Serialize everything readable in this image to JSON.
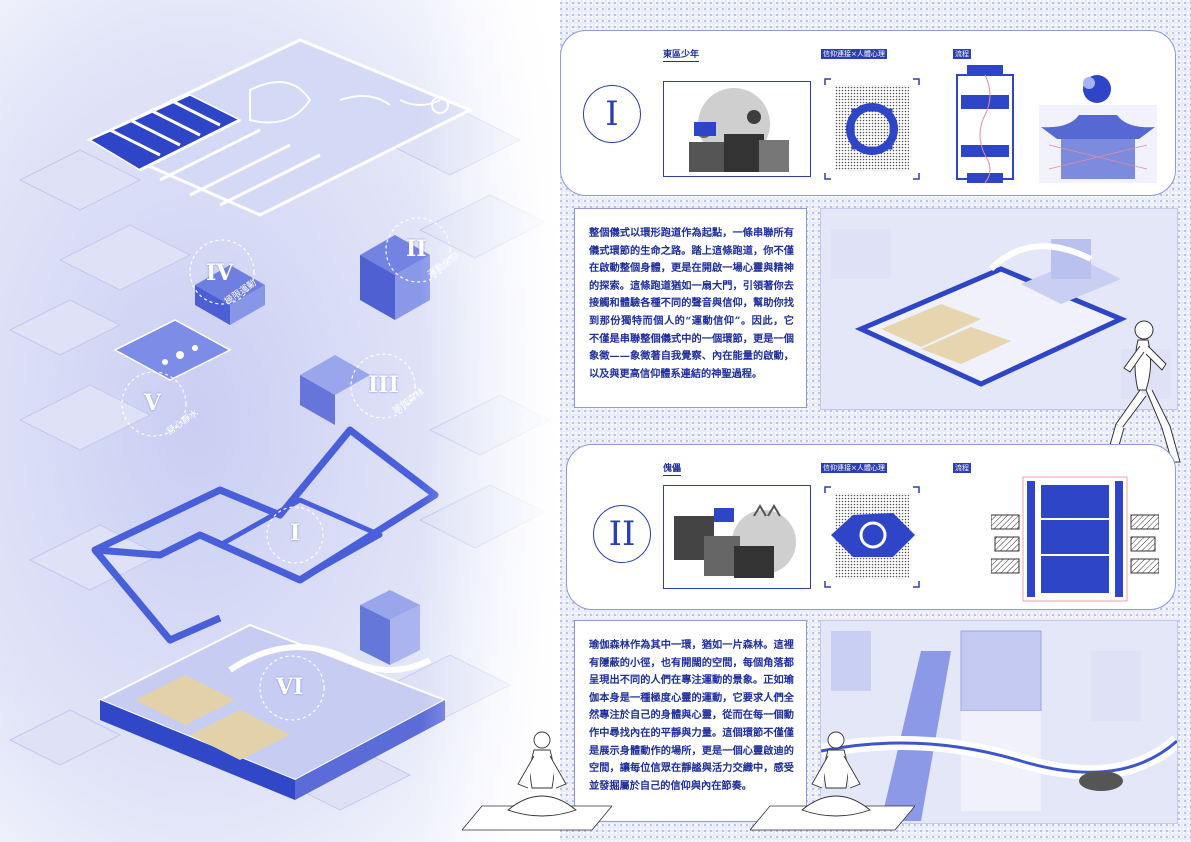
{
  "zones": {
    "I": "I",
    "II": "II",
    "III": "III",
    "IV": "IV",
    "V": "V",
    "VI": "VI",
    "label_II": "運動信仰",
    "label_III": "瑜伽森林",
    "label_IV": "極限運動",
    "label_V": "舒心靜水"
  },
  "section1": {
    "numeral": "I",
    "title": "東區少年",
    "caption_b": "信仰連接×人體心理",
    "caption_c": "流程",
    "paragraph": "整個儀式以環形跑道作為起點，一條串聯所有儀式環節的生命之路。踏上這條跑道，你不僅在啟動整個身體，更是在開啟一場心靈與精神的探索。這條跑道猶如一扇大門，引領著你去接觸和體驗各種不同的聲音與信仰，幫助你找到那份獨特而個人的“運動信仰”。因此，它不僅是串聯整個儀式中的一個環節，更是一個象徵——象徵著自我覺察、內在能量的啟動，以及與更高信仰體系連結的神聖過程。"
  },
  "section2": {
    "numeral": "II",
    "title": "傀儡",
    "caption_b": "信仰連接×人體心理",
    "caption_c": "流程",
    "paragraph": "瑜伽森林作為其中一環，猶如一片森林。這裡有隱蔽的小徑，也有開闊的空間，每個角落都呈現出不同的人們在專注運動的景象。正如瑜伽本身是一種極度心靈的運動，它要求人們全然專注於自己的身體與心靈，從而在每一個動作中尋找內在的平靜與力量。這個環節不僅僅是展示身體動作的場所，更是一個心靈啟迪的空間，讓每位信眾在靜謐與活力交織中，感受並發掘屬於自己的信仰與內在節奏。"
  },
  "colors": {
    "accent": "#2b3eb4",
    "light": "#e9ecfa"
  }
}
